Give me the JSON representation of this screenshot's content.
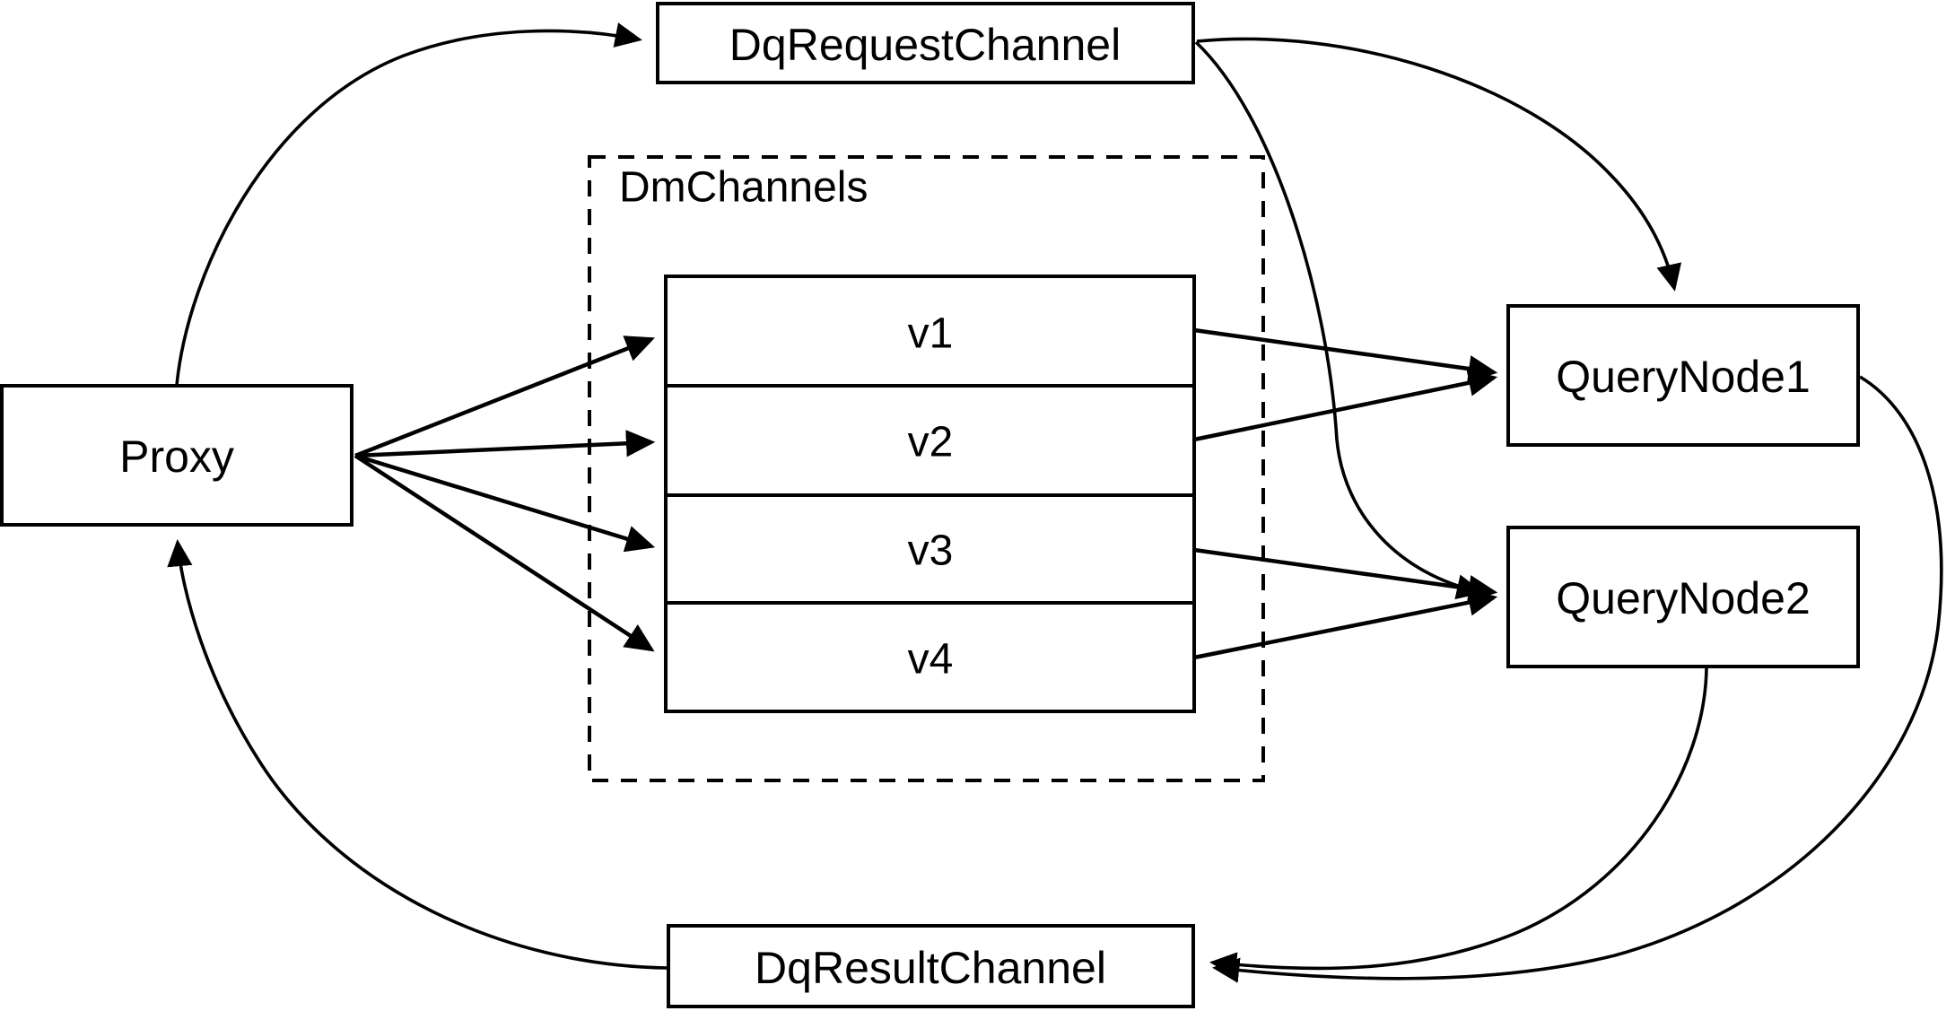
{
  "diagram": {
    "title": "Milvus distributed query channel flow",
    "background_color": "#ffffff",
    "stroke_color": "#000000",
    "nodes": {
      "proxy": {
        "label": "Proxy"
      },
      "dq_request_channel": {
        "label": "DqRequestChannel"
      },
      "dq_result_channel": {
        "label": "DqResultChannel"
      },
      "query_node_1": {
        "label": "QueryNode1"
      },
      "query_node_2": {
        "label": "QueryNode2"
      }
    },
    "group": {
      "label": "DmChannels",
      "style": "dashed",
      "rows": [
        {
          "label": "v1"
        },
        {
          "label": "v2"
        },
        {
          "label": "v3"
        },
        {
          "label": "v4"
        }
      ]
    },
    "edges": [
      {
        "from": "Proxy",
        "to": "DqRequestChannel",
        "style": "curved",
        "arrow": true
      },
      {
        "from": "DqRequestChannel",
        "to": "QueryNode1",
        "style": "curved",
        "arrow": true
      },
      {
        "from": "DqRequestChannel",
        "to": "QueryNode2",
        "style": "curved",
        "arrow": true
      },
      {
        "from": "Proxy",
        "to": "v1",
        "style": "straight",
        "arrow": true
      },
      {
        "from": "Proxy",
        "to": "v2",
        "style": "straight",
        "arrow": true
      },
      {
        "from": "Proxy",
        "to": "v3",
        "style": "straight",
        "arrow": true
      },
      {
        "from": "Proxy",
        "to": "v4",
        "style": "straight",
        "arrow": true
      },
      {
        "from": "v1",
        "to": "QueryNode1",
        "style": "straight",
        "arrow": true
      },
      {
        "from": "v2",
        "to": "QueryNode1",
        "style": "straight",
        "arrow": true
      },
      {
        "from": "v3",
        "to": "QueryNode2",
        "style": "straight",
        "arrow": true
      },
      {
        "from": "v4",
        "to": "QueryNode2",
        "style": "straight",
        "arrow": true
      },
      {
        "from": "QueryNode1",
        "to": "DqResultChannel",
        "style": "curved",
        "arrow": true
      },
      {
        "from": "QueryNode2",
        "to": "DqResultChannel",
        "style": "curved",
        "arrow": true
      },
      {
        "from": "DqResultChannel",
        "to": "Proxy",
        "style": "curved",
        "arrow": true
      }
    ]
  }
}
